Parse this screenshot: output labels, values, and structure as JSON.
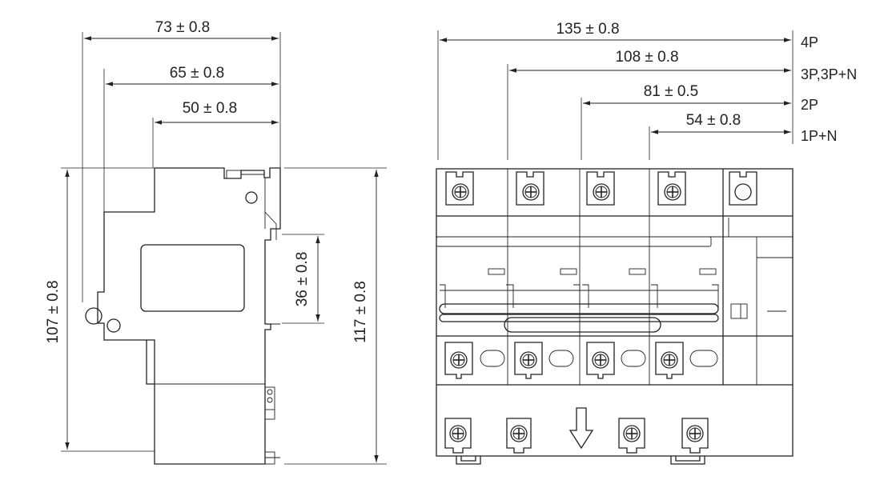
{
  "side_view": {
    "dim_top_1": "73 ± 0.8",
    "dim_top_2": "65 ± 0.8",
    "dim_top_3": "50 ± 0.8",
    "dim_left": "107 ± 0.8",
    "dim_inner": "36 ± 0.8",
    "dim_right": "117 ± 0.8"
  },
  "front_view": {
    "dim_4p": "135 ± 0.8",
    "dim_3p": "108 ± 0.8",
    "dim_2p": "81 ± 0.5",
    "dim_1pn": "54 ± 0.8",
    "pole_4p": "4P",
    "pole_3p": "3P,3P+N",
    "pole_2p": "2P",
    "pole_1pn": "1P+N"
  },
  "colors": {
    "line": "#222222",
    "background": "#ffffff"
  }
}
